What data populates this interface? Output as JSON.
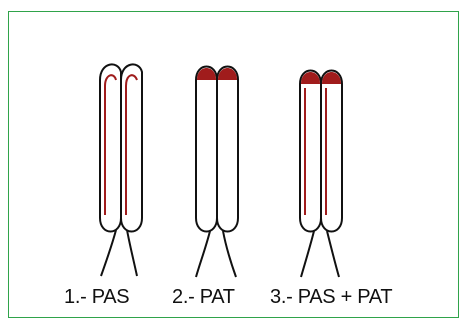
{
  "labels": {
    "item1": "1.- PAS",
    "item2": "2.- PAT",
    "item3": "3.- PAS + PAT"
  },
  "colors": {
    "border": "#2fa34a",
    "red_stain": "#a01c1c",
    "outline": "#111111"
  }
}
